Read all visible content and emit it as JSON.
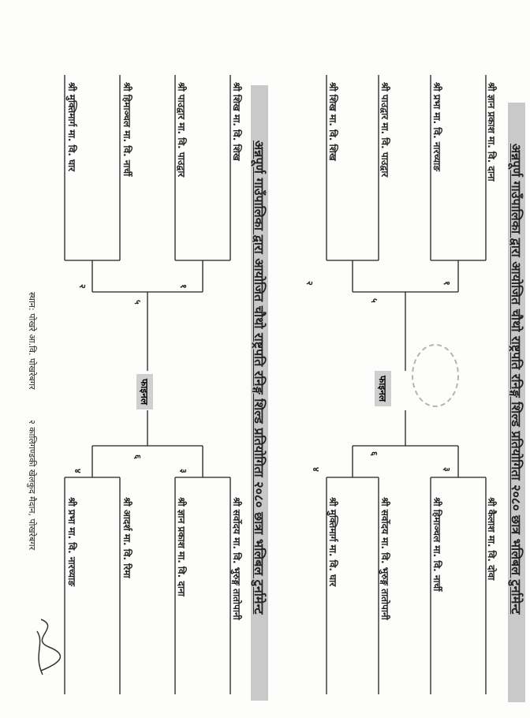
{
  "brackets": [
    {
      "title": "अन्नपूर्ण गाउँपालिका द्वारा आयोजित चौथो राष्ट्रपति रनिङ्ग शिल्ड प्रतियोगिता २०८० छात्र भलिबल टुर्नामेन्ट",
      "left_teams": [
        "श्री ज्ञान प्रकाश मा. वि. दाना",
        "श्री प्रभा मा. वि. नारच्याङ",
        "श्री पाउद्वार मा. वि. पाउद्वार",
        "श्री शिख मा. वि. शिख"
      ],
      "right_teams": [
        "श्री कैलाश मा. वि. दोवा",
        "श्री हिमाञ्चल मा. वि. नार्ची",
        "श्री सर्वोदय मा. वि. भुरुङ्ग तातोपानी",
        "श्री मुक्तिमार्ग मा. वि. घार"
      ],
      "left_nums": [
        "१",
        "२",
        "५"
      ],
      "right_nums": [
        "३",
        "४",
        "६"
      ],
      "final_label": "फाइनल"
    },
    {
      "title": "अन्नपूर्ण गाउँपालिका द्वारा आयोजित चौथो राष्ट्रपति रनिङ्ग शिल्ड प्रतियोगिता २०८० छात्रा भलिबल टुर्नामेन्ट",
      "left_teams": [
        "श्री शिख मा. वि. शिख",
        "श्री पाउद्वार मा. वि. पाउद्वार",
        "श्री हिमाञ्चल मा. वि. नार्ची",
        "श्री मुक्तिमार्ग मा. वि. घार"
      ],
      "right_teams": [
        "श्री सर्वोदय मा. वि. भुरुङ्ग तातोपानी",
        "श्री ज्ञान प्रकाश मा. वि. दाना",
        "श्री आदर्श मा. वि. रिमा",
        "श्री प्रभा मा. वि. नारच्याङ"
      ],
      "left_nums": [
        "१",
        "२",
        "५"
      ],
      "right_nums": [
        "३",
        "४",
        "६"
      ],
      "final_label": "फाइनल"
    }
  ],
  "footer": {
    "place": "स्थान: पोखरे आ.वि. पोखरेबगर",
    "venue": "२ कालिगण्डकी खेलकुद मैदान, पोखरेबगर"
  }
}
